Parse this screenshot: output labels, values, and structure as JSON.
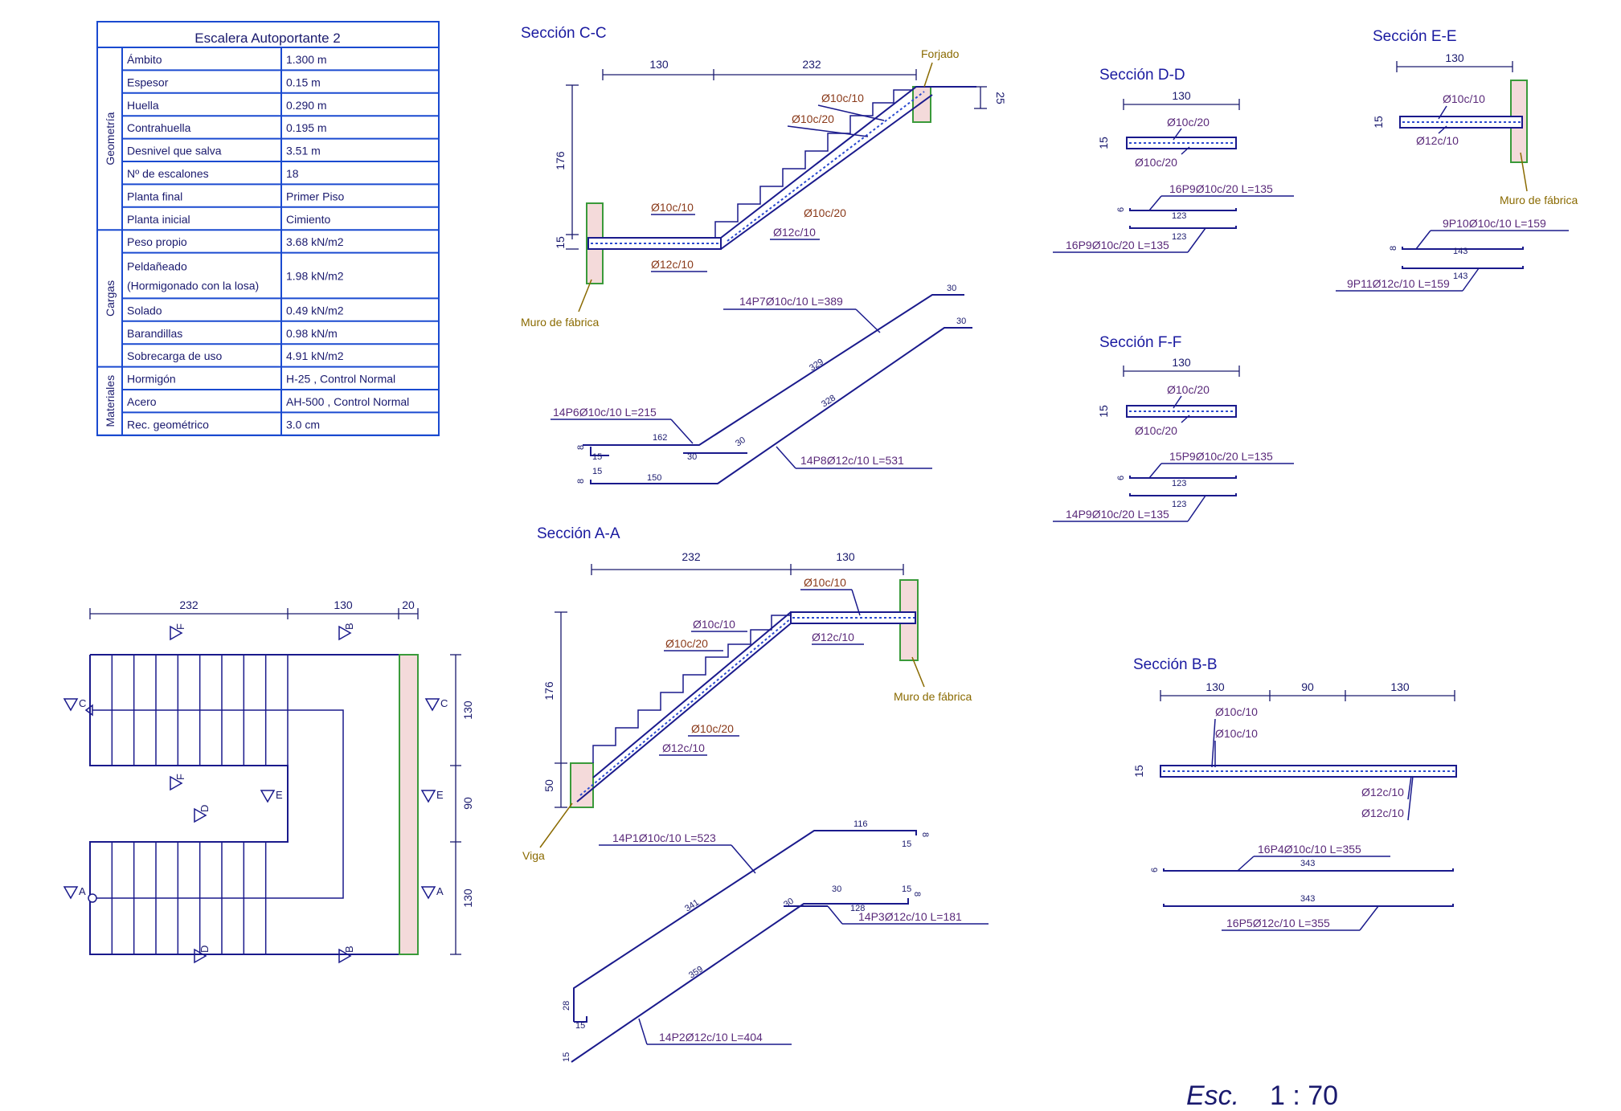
{
  "table": {
    "title": "Escalera Autoportante 2",
    "groups": [
      {
        "name": "Geometría",
        "rows": [
          [
            "Ámbito",
            "1.300 m"
          ],
          [
            "Espesor",
            "0.15 m"
          ],
          [
            "Huella",
            "0.290 m"
          ],
          [
            "Contrahuella",
            "0.195 m"
          ],
          [
            "Desnivel que salva",
            "3.51 m"
          ],
          [
            "Nº de escalones",
            "18"
          ],
          [
            "Planta final",
            "Primer Piso"
          ],
          [
            "Planta inicial",
            "Cimiento"
          ]
        ]
      },
      {
        "name": "Cargas",
        "rows": [
          [
            "Peso propio",
            "3.68 kN/m2"
          ],
          [
            "Peldañeado",
            "1.98 kN/m2"
          ],
          [
            "Solado",
            "0.49 kN/m2"
          ],
          [
            "Barandillas",
            "0.98 kN/m"
          ],
          [
            "Sobrecarga de uso",
            "4.91 kN/m2"
          ]
        ]
      },
      {
        "name": "Materiales",
        "rows": [
          [
            "Hormigón",
            "H-25   , Control Normal"
          ],
          [
            "Acero",
            "AH-500 , Control Normal"
          ],
          [
            "Rec. geométrico",
            "3.0 cm"
          ]
        ]
      }
    ],
    "peldaneado_note": "(Hormigonado con la losa)"
  },
  "sections": {
    "cc": {
      "title": "Sección C-C",
      "dims": [
        "130",
        "232",
        "176",
        "15",
        "25"
      ],
      "labels": [
        "Forjado",
        "Muro de fábrica"
      ],
      "rebars": [
        "Ø10c/10",
        "Ø10c/20",
        "Ø10c/10",
        "Ø12c/10",
        "Ø10c/20",
        "Ø12c/10"
      ],
      "bars": {
        "p7": "14P7Ø10c/10 L=389",
        "p6": "14P6Ø10c/10 L=215",
        "p8": "14P8Ø12c/10 L=531",
        "n329": "329",
        "n328": "328",
        "n30a": "30",
        "n30b": "30",
        "n162": "162",
        "n150": "150",
        "n30c": "30",
        "n30d": "30",
        "n15a": "15",
        "n15b": "15",
        "n8a": "8",
        "n8b": "8"
      }
    },
    "aa": {
      "title": "Sección A-A",
      "dims": [
        "232",
        "130",
        "176",
        "50"
      ],
      "labels": [
        "Viga",
        "Muro de fábrica"
      ],
      "rebars": [
        "Ø10c/10",
        "Ø10c/10",
        "Ø10c/20",
        "Ø12c/10",
        "Ø10c/20",
        "Ø12c/10"
      ],
      "bars": {
        "p1": "14P1Ø10c/10 L=523",
        "p2": "14P2Ø12c/10 L=404",
        "p3": "14P3Ø12c/10 L=181",
        "n116": "116",
        "n341": "341",
        "n359": "359",
        "n128": "128",
        "n30a": "30",
        "n30b": "30",
        "n15a": "15",
        "n15b": "15",
        "n15c": "15",
        "n15d": "15",
        "n28": "28",
        "n8a": "8",
        "n8b": "8"
      }
    },
    "dd": {
      "title": "Sección D-D",
      "dims": [
        "130",
        "15"
      ],
      "rebars": [
        "Ø10c/20",
        "Ø10c/20"
      ],
      "bars": {
        "top": "16P9Ø10c/20 L=135",
        "bot": "16P9Ø10c/20 L=135",
        "n123a": "123",
        "n123b": "123",
        "n6": "6"
      }
    },
    "ff": {
      "title": "Sección F-F",
      "dims": [
        "130",
        "15"
      ],
      "rebars": [
        "Ø10c/20",
        "Ø10c/20"
      ],
      "bars": {
        "top": "15P9Ø10c/20 L=135",
        "bot": "14P9Ø10c/20 L=135",
        "n123a": "123",
        "n123b": "123",
        "n6": "6"
      }
    },
    "ee": {
      "title": "Sección E-E",
      "dims": [
        "130",
        "15"
      ],
      "labels": [
        "Muro de fábrica"
      ],
      "rebars": [
        "Ø10c/10",
        "Ø12c/10"
      ],
      "bars": {
        "top": "9P10Ø10c/10 L=159",
        "bot": "9P11Ø12c/10 L=159",
        "n143a": "143",
        "n143b": "143",
        "n8": "8"
      }
    },
    "bb": {
      "title": "Sección B-B",
      "dims": [
        "130",
        "90",
        "130",
        "15"
      ],
      "rebars": [
        "Ø10c/10",
        "Ø10c/10",
        "Ø12c/10",
        "Ø12c/10"
      ],
      "bars": {
        "top": "16P4Ø10c/10 L=355",
        "bot": "16P5Ø12c/10 L=355",
        "n343a": "343",
        "n343b": "343",
        "n6": "6"
      }
    }
  },
  "plan": {
    "dims": [
      "232",
      "130",
      "20",
      "130",
      "90",
      "130"
    ],
    "marks": [
      "C",
      "C",
      "F",
      "F",
      "B",
      "B",
      "E",
      "E",
      "D",
      "D",
      "A",
      "A"
    ]
  },
  "scale": {
    "label": "Esc.",
    "value": "1 : 70"
  },
  "colors": {
    "line": "#1a1a8c",
    "title": "#1a1aa0",
    "rebar_label": "#5a2a7a",
    "wall_fill": "#f4dada",
    "wall_border": "#3a9a3a"
  }
}
